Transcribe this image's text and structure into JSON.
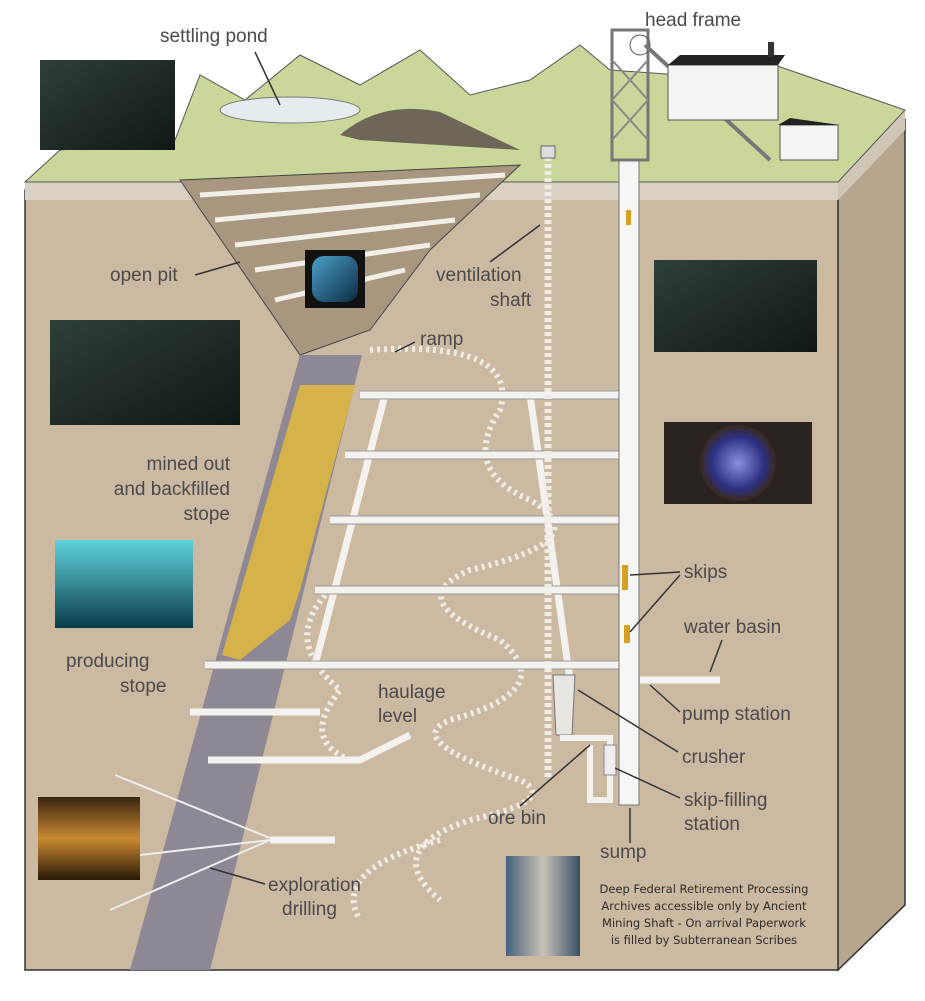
{
  "labels": {
    "settling_pond": "settling pond",
    "head_frame": "head frame",
    "open_pit": "open pit",
    "ventilation_shaft_1": "ventilation",
    "ventilation_shaft_2": "shaft",
    "ramp": "ramp",
    "mined_out_1": "mined out",
    "mined_out_2": "and backfilled",
    "mined_out_3": "stope",
    "producing_1": "producing",
    "producing_2": "stope",
    "haulage_1": "haulage",
    "haulage_2": "level",
    "skips": "skips",
    "water_basin": "water basin",
    "pump_station": "pump station",
    "crusher": "crusher",
    "skip_filling_1": "skip-filling",
    "skip_filling_2": "station",
    "ore_bin": "ore bin",
    "sump": "sump",
    "exploration_1": "exploration",
    "exploration_2": "drilling"
  },
  "caption": {
    "line1": "Deep Federal Retirement Processing",
    "line2": "Archives accessible only by Ancient",
    "line3": "Mining Shaft - On arrival Paperwork",
    "line4": "is filled by Subterranean Scribes"
  },
  "colors": {
    "earth": "#cbb9a2",
    "grass": "#c9d79a",
    "orebody": "#8e8894",
    "backfill": "#d5b24a",
    "label": "#4a4a4a"
  }
}
